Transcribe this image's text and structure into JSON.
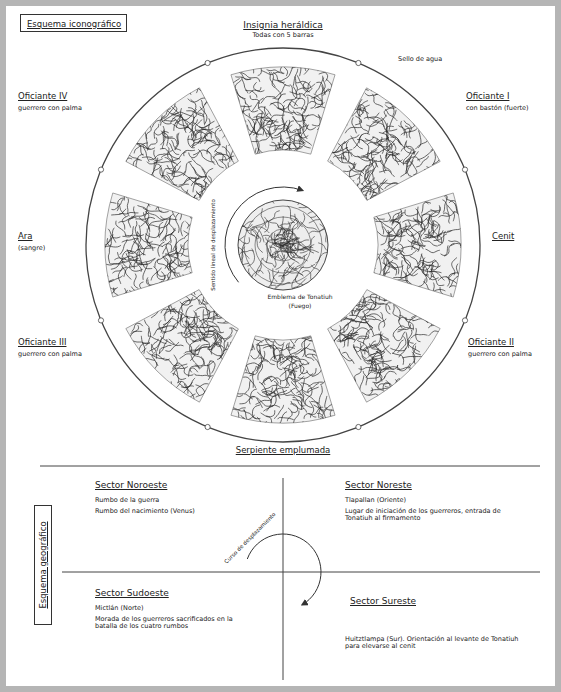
{
  "diagram": {
    "nodes": [
      {
        "text": [
          "Esquema iconográfico"
        ]
      },
      {
        "text": [
          "Esquema geográfico"
        ]
      }
    ],
    "labels": [
      "Insignia heráldica",
      "Todas con 5 barras",
      "Sello de agua",
      "Oficiante IV",
      "guerrero con palma",
      "Oficiante I",
      "con bastón (fuerte)",
      "Ara",
      "(sangre)",
      "Cenit",
      "Oficiante III",
      "guerrero con palma",
      "Oficiante II",
      "guerrero con palma",
      "Sentido lineal de desplazamiento",
      "Emblema de Tonatiuh",
      "(Fuego)",
      "Serpiente emplumada",
      "Sector Noroeste",
      "Rumbo de la guerra",
      "Rumbo del nacimiento (Venus)",
      "Sector Noreste",
      "Tlapallan (Oriente)",
      "Lugar de iniciación de los guerreros, entrada de Tonatiuh al firmamento",
      "Curso de desplazamiento",
      "Sector Sudoeste",
      "Mictlán (Norte)",
      "Morada de los guerreros sacrificados en la batalla de los cuatro rumbos",
      "Sector Sureste",
      "Huitztlampa (Sur). Orientación al levante de Tonatiuh para elevarse al cenit"
    ]
  }
}
